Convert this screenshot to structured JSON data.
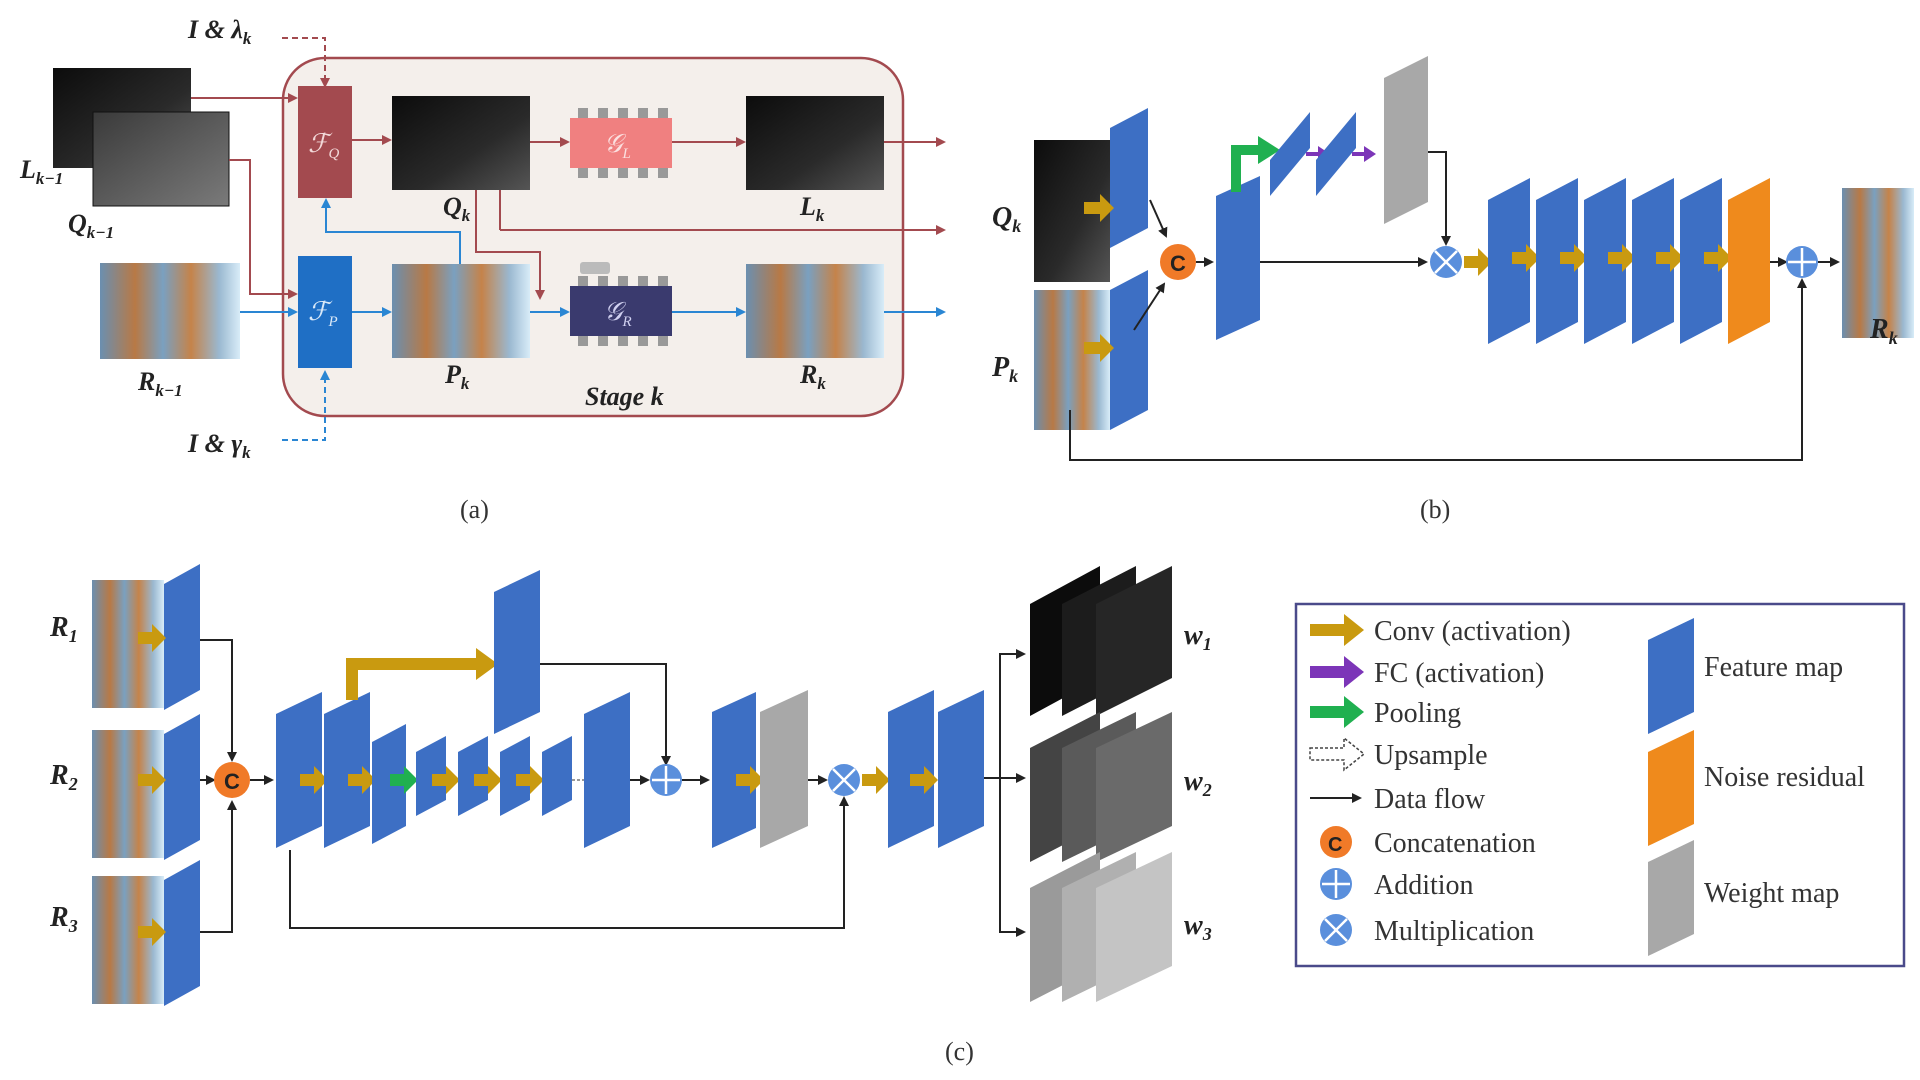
{
  "captions": {
    "a": "(a)",
    "b": "(b)",
    "c": "(c)"
  },
  "panel_a": {
    "inputs": {
      "i_lambda": "I & λ",
      "i_lambda_sub": "k",
      "i_gamma": "I & γ",
      "i_gamma_sub": "k"
    },
    "labels": {
      "l_prev": "L",
      "l_prev_sub": "k−1",
      "q_prev": "Q",
      "q_prev_sub": "k−1",
      "r_prev": "R",
      "r_prev_sub": "k−1",
      "q_k": "Q",
      "q_k_sub": "k",
      "l_k": "L",
      "l_k_sub": "k",
      "p_k": "P",
      "p_k_sub": "k",
      "r_k": "R",
      "r_k_sub": "k"
    },
    "modules": {
      "fq": "ℱ",
      "fq_sub": "Q",
      "fp": "ℱ",
      "fp_sub": "P",
      "gl": "𝒢",
      "gl_sub": "L",
      "gr": "𝒢",
      "gr_sub": "R"
    },
    "stage": "Stage k"
  },
  "panel_b": {
    "labels": {
      "q": "Q",
      "q_sub": "k",
      "p": "P",
      "p_sub": "k",
      "r": "R",
      "r_sub": "k"
    },
    "concat": "C"
  },
  "panel_c": {
    "labels": {
      "r1": "R",
      "r1_sub": "1",
      "r2": "R",
      "r2_sub": "2",
      "r3": "R",
      "r3_sub": "3",
      "w1": "w",
      "w1_sub": "1",
      "w2": "w",
      "w2_sub": "2",
      "w3": "w",
      "w3_sub": "3"
    },
    "concat": "C"
  },
  "legend": {
    "conv": "Conv (activation)",
    "fc": "FC (activation)",
    "pooling": "Pooling",
    "upsample": "Upsample",
    "dataflow": "Data flow",
    "concat": "Concatenation",
    "addition": "Addition",
    "multiplication": "Multiplication",
    "feature_map": "Feature map",
    "noise_residual": "Noise residual",
    "weight_map": "Weight map"
  },
  "colors": {
    "feature_blue": "#3d6fc4",
    "noise_orange": "#ef8a1c",
    "weight_gray": "#a8a8a8",
    "conv_arrow": "#c99a10",
    "fc_arrow": "#7c35b8",
    "pool_arrow": "#20b050",
    "red_path": "#a34a4f",
    "blue_path": "#2a86d3",
    "fq_box": "#a34a4f",
    "fp_box": "#1f6fc5",
    "gl_box": "#f08080",
    "gr_box": "#3a3a6e",
    "concat_orange": "#f07a28",
    "op_blue": "#5a8fdc"
  }
}
